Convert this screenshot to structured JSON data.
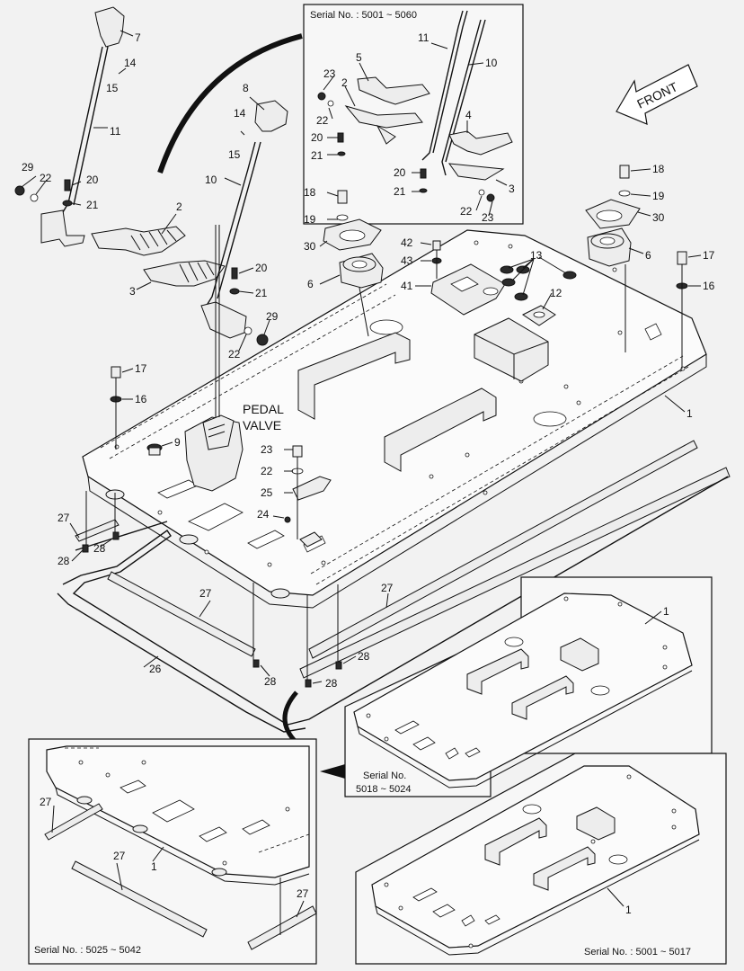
{
  "diagram": {
    "insets": {
      "top_right_serial": "Serial No. : 5001 ~ 5060",
      "mid_right_serial_line1": "Serial No.",
      "mid_right_serial_line2": "5018 ~ 5024",
      "bottom_left_serial": "Serial No. : 5025 ~ 5042",
      "bottom_right_serial": "Serial No. : 5001 ~ 5017"
    },
    "front_label": "FRONT",
    "pedal_valve_label_line1": "PEDAL",
    "pedal_valve_label_line2": "VALVE",
    "callouts": {
      "c1": "1",
      "c2": "2",
      "c3": "3",
      "c4": "4",
      "c5": "5",
      "c6": "6",
      "c7": "7",
      "c8": "8",
      "c9": "9",
      "c10": "10",
      "c11": "11",
      "c12": "12",
      "c13": "13",
      "c14": "14",
      "c15": "15",
      "c16": "16",
      "c17": "17",
      "c18": "18",
      "c19": "19",
      "c20": "20",
      "c21": "21",
      "c22": "22",
      "c23": "23",
      "c24": "24",
      "c25": "25",
      "c26": "26",
      "c27": "27",
      "c28": "28",
      "c29": "29",
      "c30": "30",
      "c41": "41",
      "c42": "42",
      "c43": "43"
    }
  }
}
